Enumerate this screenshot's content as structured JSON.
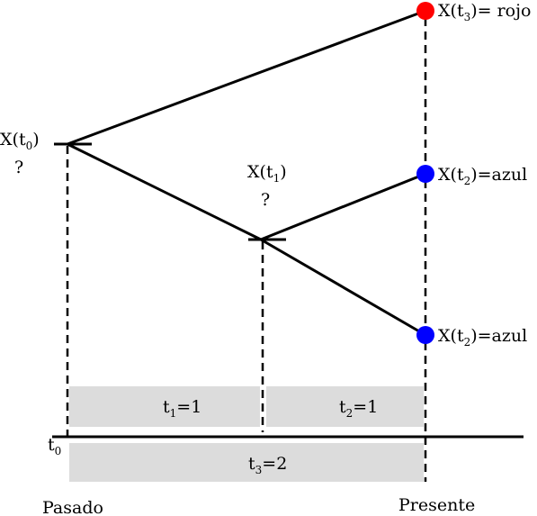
{
  "colors": {
    "red": "#ff0000",
    "blue": "#0000ff",
    "band": "#dcdcdc"
  },
  "root": {
    "name": "X(t",
    "sub": "0",
    "close": ")",
    "question": "?"
  },
  "internal": {
    "name": "X(t",
    "sub": "1",
    "close": ")",
    "question": "?"
  },
  "leaves": [
    {
      "name": "X(t",
      "sub": "3",
      "rest": ")= rojo",
      "color": "red"
    },
    {
      "name": "X(t",
      "sub": "2",
      "rest": ")=azul",
      "color": "blue"
    },
    {
      "name": "X(t",
      "sub": "2",
      "rest": ")=azul",
      "color": "blue"
    }
  ],
  "intervals": [
    {
      "var": "t",
      "sub": "1",
      "rest": "=1"
    },
    {
      "var": "t",
      "sub": "2",
      "rest": "=1"
    },
    {
      "var": "t",
      "sub": "3",
      "rest": "=2"
    }
  ],
  "axis": {
    "origin_var": "t",
    "origin_sub": "0",
    "past": "Pasado",
    "present": "Presente"
  }
}
